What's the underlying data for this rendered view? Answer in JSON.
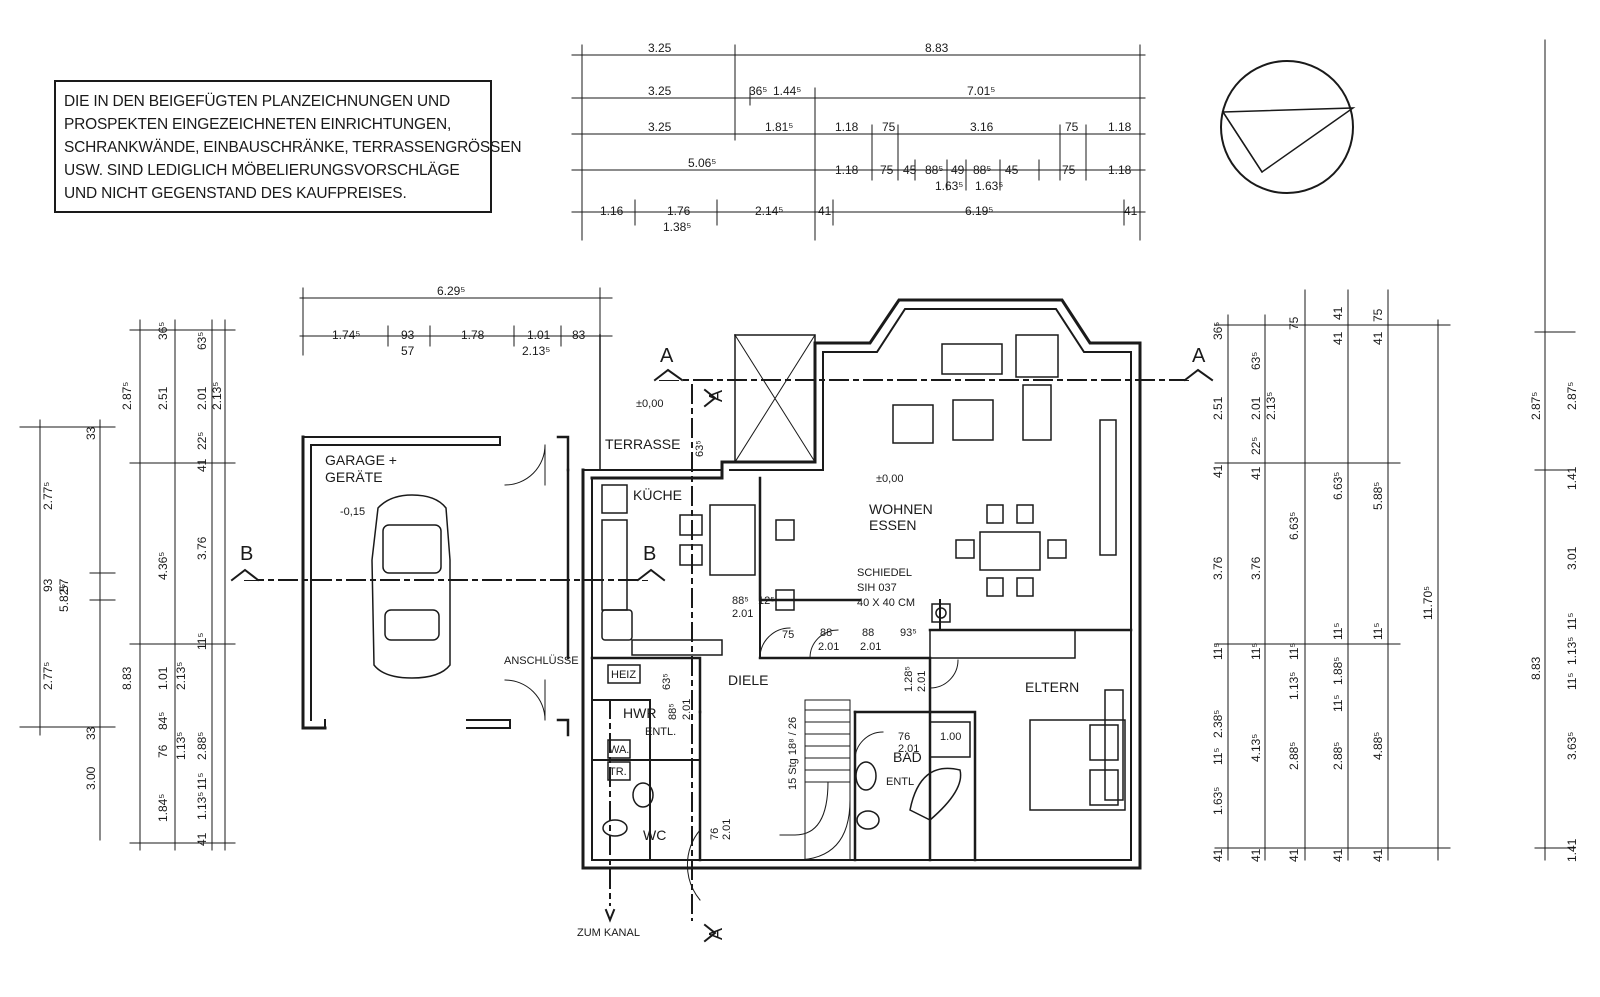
{
  "note": {
    "lines": [
      "DIE IN DEN BEIGEFÜGTEN PLANZEICHNUNGEN UND",
      "PROSPEKTEN EINGEZEICHNETEN EINRICHTUNGEN,",
      "SCHRANKWÄNDE, EINBAUSCHRÄNKE, TERRASSENGRÖSSEN",
      "USW. SIND LEDIGLICH MÖBELIERUNGSVORSCHLÄGE",
      "UND NICHT GEGENSTAND DES KAUFPREISES."
    ]
  },
  "rooms": {
    "garage": [
      "GARAGE +",
      "GERÄTE"
    ],
    "garage_level": "-0,15",
    "terrasse": "TERRASSE",
    "terrasse_level": "±0,00",
    "kueche": "KÜCHE",
    "wohnen": [
      "WOHNEN",
      "ESSEN"
    ],
    "wohnen_level": "±0,00",
    "diele": "DIELE",
    "eltern": "ELTERN",
    "bad": "BAD",
    "hwr": "HWR",
    "wc": "WC",
    "heiz": "HEIZ",
    "entl_hwr": "ENTL.",
    "entl_bad": "ENTL",
    "wa": "WA.",
    "tr": "TR.",
    "anschluesse": "ANSCHLÜSSE",
    "zum_kanal": "ZUM KANAL",
    "schiedel": [
      "SCHIEDEL",
      "SIH 037",
      "40 X 40 CM"
    ],
    "stair": "15 Stg 18⁸ / 26"
  },
  "sections": {
    "a": "A",
    "b": "B"
  },
  "top_dims": {
    "row1": [
      "3.25",
      "8.83"
    ],
    "row2": [
      "3.25",
      "36⁵",
      "1.44⁵",
      "7.01⁵"
    ],
    "row3": [
      "3.25",
      "1.81⁵",
      "1.18",
      "75",
      "3.16",
      "75",
      "1.18"
    ],
    "row4": [
      "5.06⁵",
      "1.18",
      "75",
      "45",
      "88⁵",
      "49",
      "88⁵",
      "45",
      "75",
      "1.18"
    ],
    "row4_sub": [
      "1.63⁵",
      "1.63⁵"
    ],
    "row5": [
      "1.16",
      "1.76",
      "2.14⁵",
      "41",
      "6.19⁵",
      "41"
    ],
    "row5_sub": [
      "1.38⁵"
    ]
  },
  "garage_dims": {
    "total": "6.29⁵",
    "parts": [
      "1.74⁵",
      "93",
      "1.78",
      "1.01",
      "83"
    ],
    "subs": [
      "57",
      "2.13⁵"
    ]
  },
  "left_dims": {
    "outer": [
      "2.77⁵",
      "93",
      "57",
      "5.82⁵",
      "2.77⁵"
    ],
    "col2": [
      "3.00",
      "8.83"
    ],
    "col3": [
      "2.87⁵",
      "4.36⁵"
    ],
    "col4": [
      "36⁵",
      "2.51",
      "33",
      "3.76",
      "33",
      "1.01",
      "84⁵",
      "76",
      "1.84⁵"
    ],
    "col5": [
      "63⁵",
      "2.01",
      "22⁵",
      "41",
      "2.13⁵",
      "1.13⁵",
      "1.13⁵",
      "41"
    ],
    "col6": [
      "2.13⁵",
      "11⁵",
      "2.88⁵",
      "11⁵"
    ]
  },
  "right_dims": {
    "col1": [
      "36⁵",
      "2.51",
      "41",
      "3.76",
      "11⁵",
      "2.38⁵",
      "11⁵",
      "1.63⁵",
      "41"
    ],
    "col2": [
      "63⁵",
      "2.01",
      "22⁵",
      "41",
      "3.76",
      "11⁵",
      "4.13⁵",
      "41"
    ],
    "col3": [
      "75",
      "2.13⁵",
      "6.63⁵",
      "11⁵",
      "1.13⁵",
      "2.88⁵",
      "41"
    ],
    "col4": [
      "41",
      "6.63⁵",
      "11⁵",
      "1.88⁵",
      "11⁵",
      "2.88⁵",
      "41"
    ],
    "col5": [
      "41",
      "5.88⁵",
      "11⁵",
      "4.88⁵",
      "41"
    ],
    "col6": [
      "75",
      "41",
      "11.70⁵"
    ]
  },
  "far_right_dims": [
    "2.87⁵",
    "2.87⁵",
    "1.41",
    "3.01",
    "11⁵",
    "1.13⁵",
    "11⁵",
    "8.83",
    "3.63⁵",
    "1.41"
  ],
  "misc_labels": [
    "88⁵",
    "2.01",
    "12⁵",
    "75",
    "88",
    "2.01",
    "88",
    "2.01",
    "93⁵",
    "63⁵",
    "1.00",
    "76",
    "2.01",
    "88⁵",
    "2.01",
    "76",
    "2.01",
    "1.28⁵",
    "2.01",
    "63⁵"
  ]
}
